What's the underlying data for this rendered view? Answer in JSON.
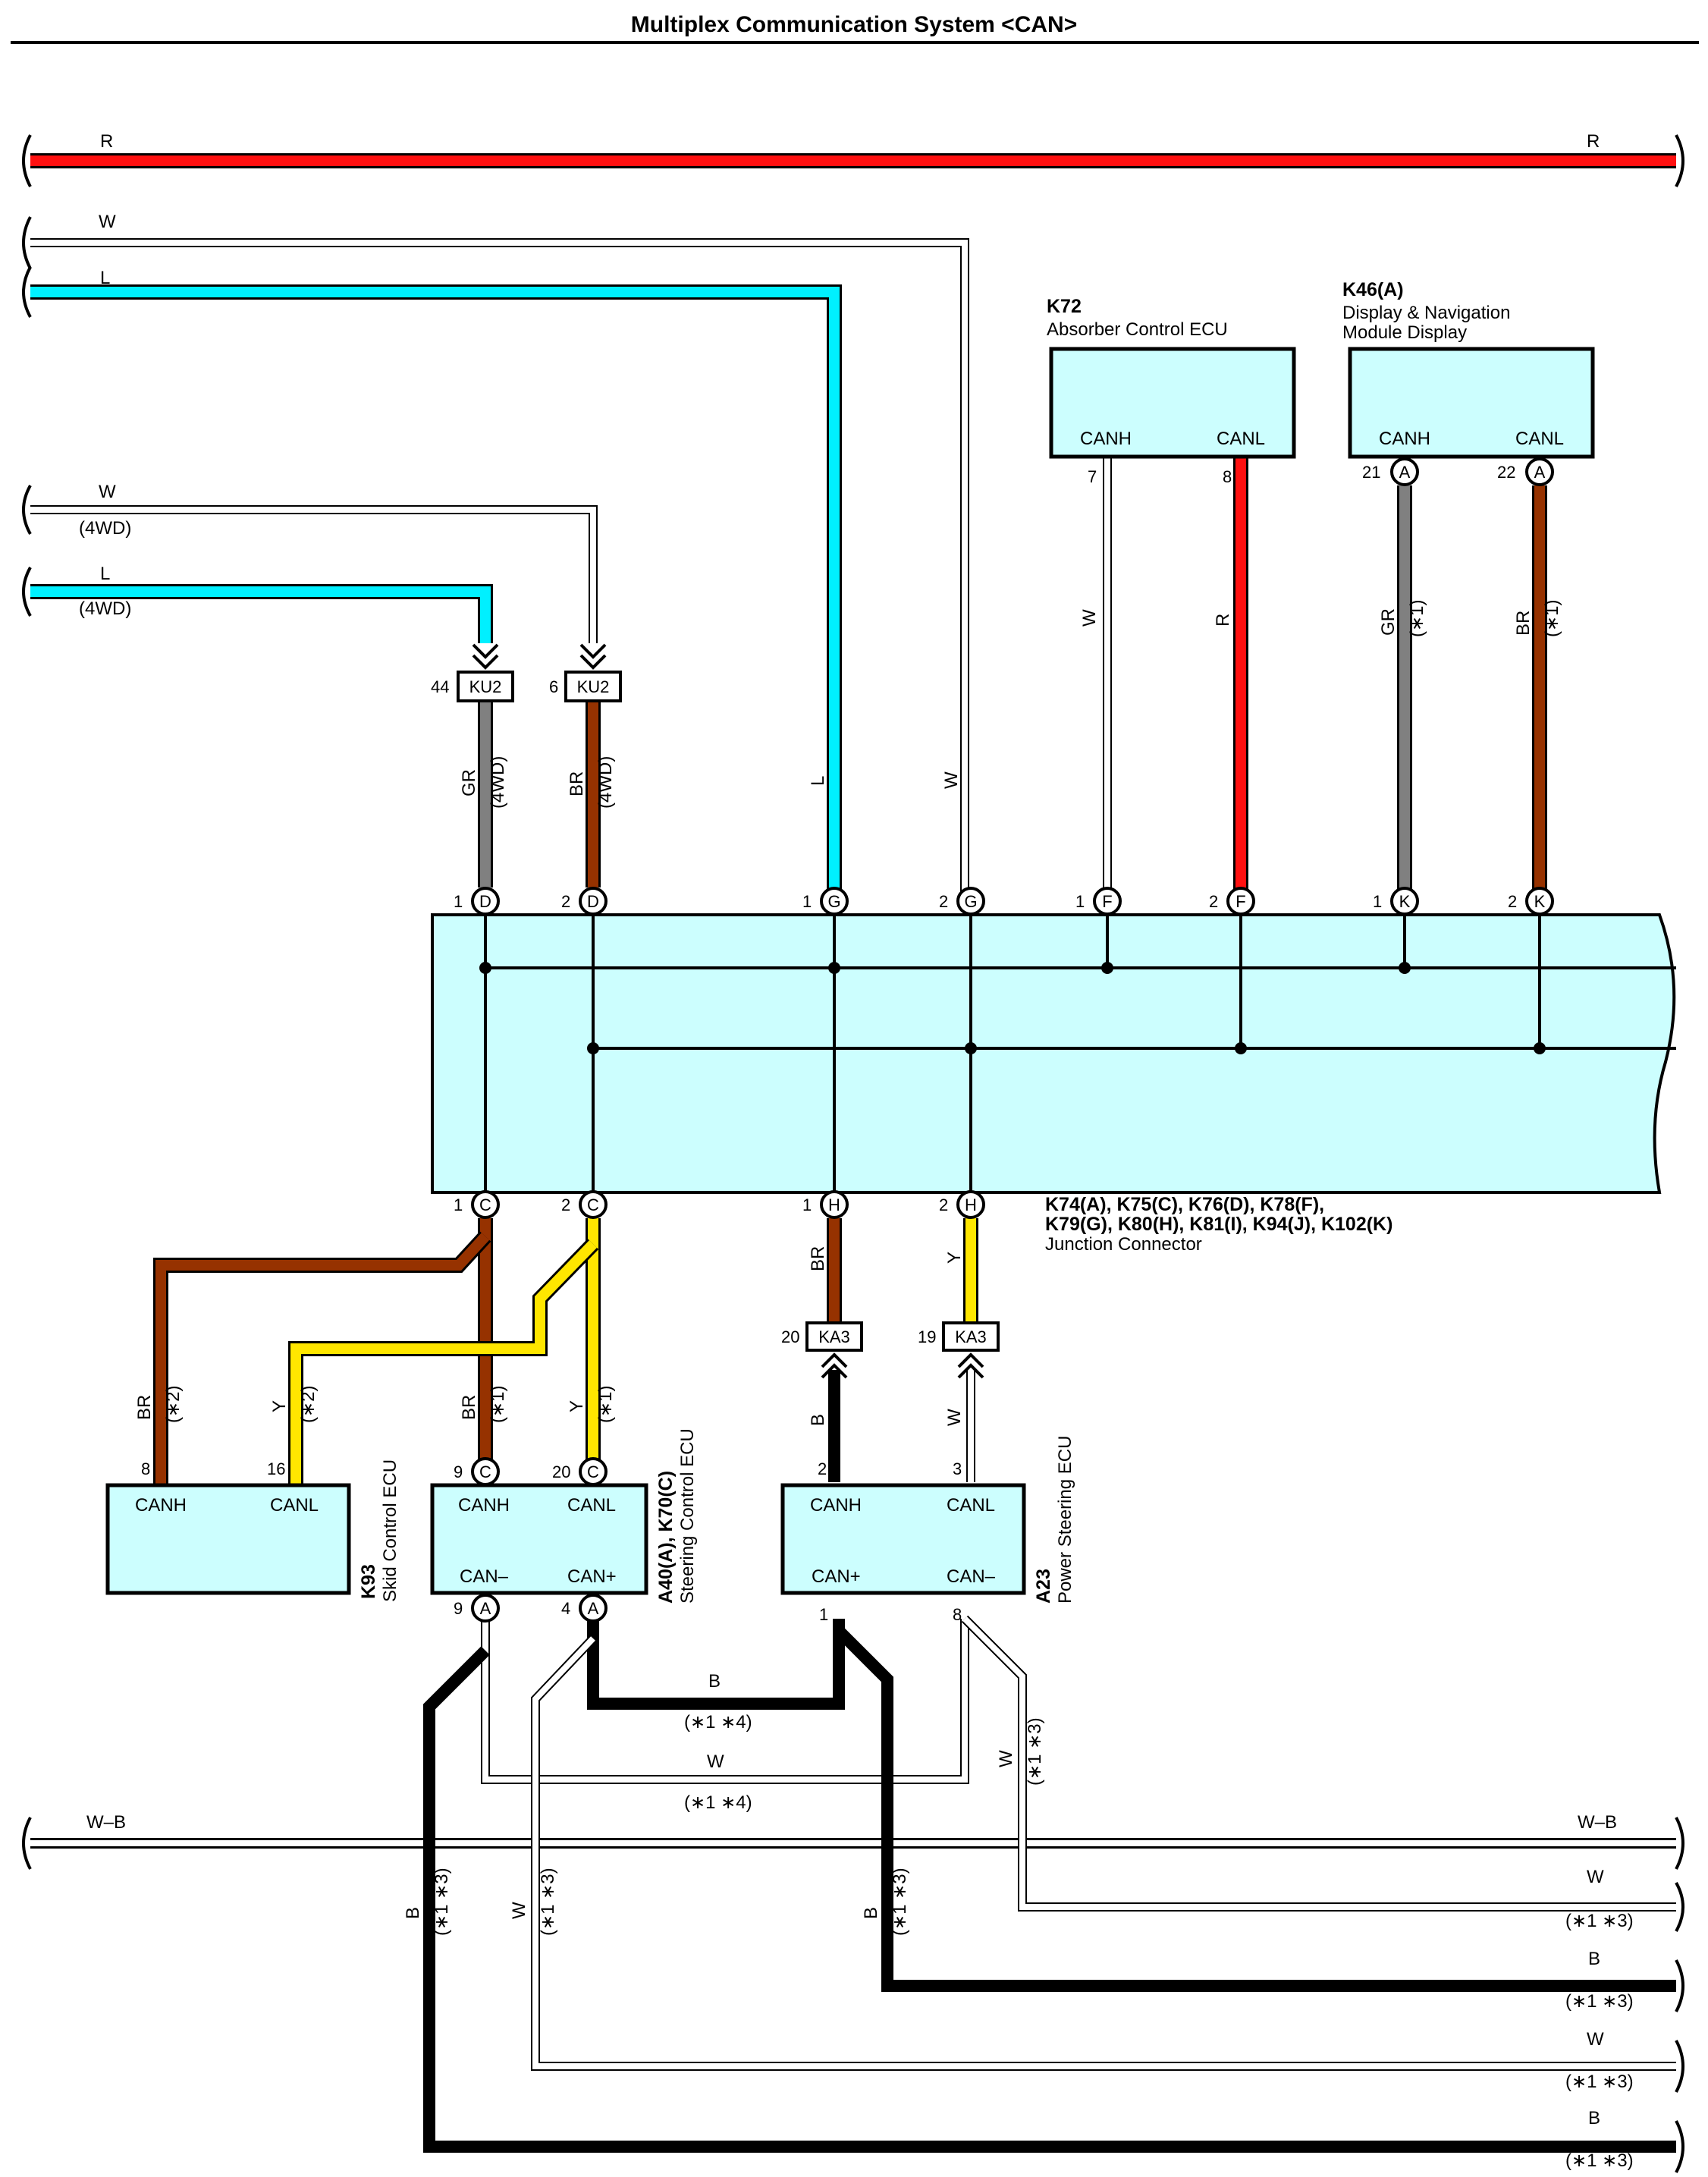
{
  "title": "Multiplex Communication System <CAN>",
  "colors": {
    "R": "#ff1111",
    "L": "#00f0ff",
    "W": "#ffffff",
    "GR": "#808080",
    "BR": "#963200",
    "Y": "#ffe600",
    "B": "#000000",
    "WB": "#ffffff",
    "box_fill": "#ccfefe"
  },
  "wire_codes": {
    "R": "R",
    "W": "W",
    "L": "L",
    "GR": "GR",
    "BR": "BR",
    "Y": "Y",
    "B": "B",
    "WB": "W–B"
  },
  "notes": {
    "n1": "(∗1)",
    "n2": "(∗2)",
    "n13": "(∗1 ∗3)",
    "n14": "(∗1 ∗4)",
    "wd4": "(4WD)"
  },
  "pins": {
    "p1": "1",
    "p2": "2",
    "p3": "3",
    "p4": "4",
    "p6": "6",
    "p7": "7",
    "p8": "8",
    "p9": "9",
    "p16": "16",
    "p19": "19",
    "p20": "20",
    "p21": "21",
    "p22": "22",
    "p44": "44"
  },
  "letters": {
    "A": "A",
    "C": "C",
    "D": "D",
    "F": "F",
    "G": "G",
    "H": "H",
    "K": "K"
  },
  "connectors": {
    "ku2": "KU2",
    "ka3": "KA3"
  },
  "signals": {
    "canh": "CANH",
    "canl": "CANL",
    "canp": "CAN+",
    "canm": "CAN–"
  },
  "components": {
    "k72_code": "K72",
    "k72_name": "Absorber Control ECU",
    "k46_code": "K46(A)",
    "k46_name_1": "Display & Navigation",
    "k46_name_2": "Module Display",
    "junction_codes_1": "K74(A), K75(C), K76(D), K78(F),",
    "junction_codes_2": "K79(G), K80(H), K81(I), K94(J), K102(K)",
    "junction_name": "Junction Connector",
    "k93_code": "K93",
    "k93_name": "Skid Control ECU",
    "a40_code": "A40(A), K70(C)",
    "a40_name": "Steering Control ECU",
    "a23_code": "A23",
    "a23_name": "Power Steering ECU"
  }
}
